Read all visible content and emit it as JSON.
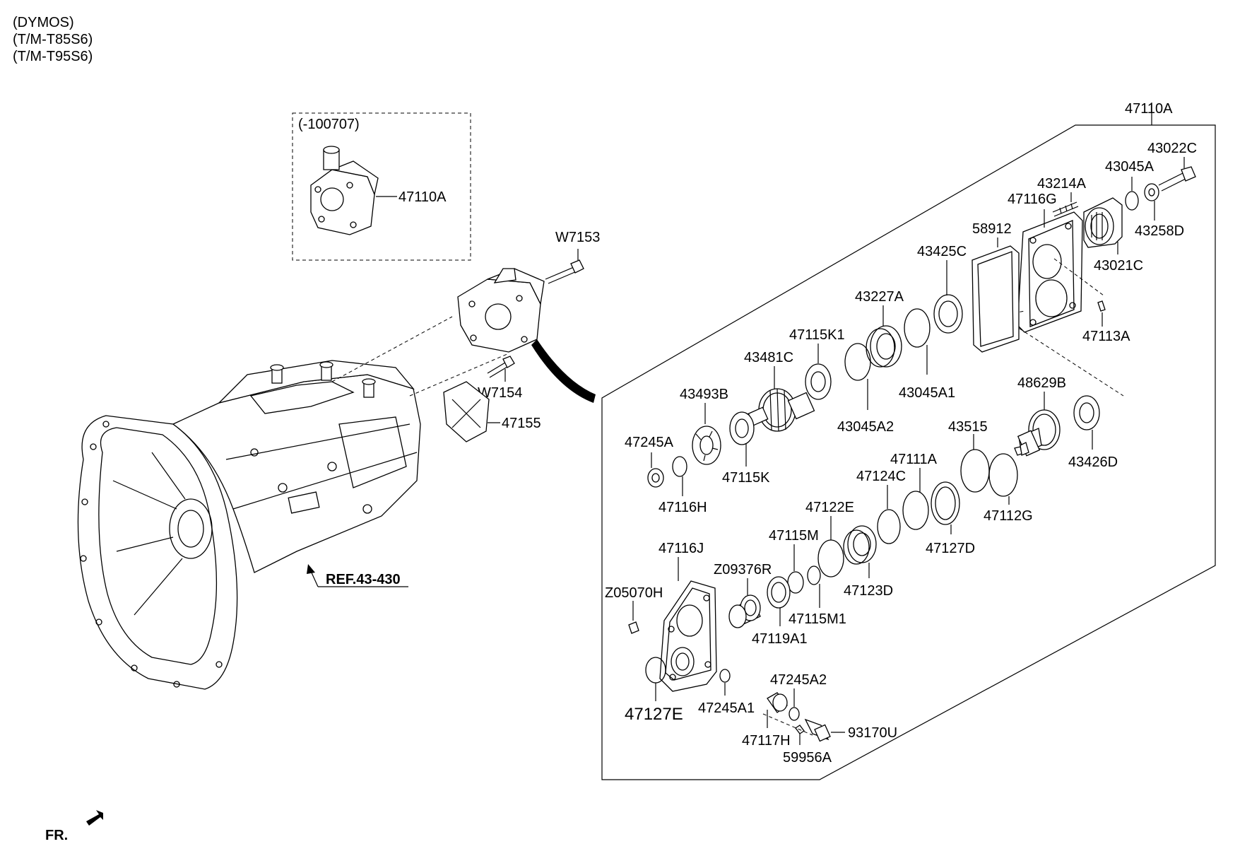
{
  "header": {
    "lines": [
      "(DYMOS)",
      "(T/M-T85S6)",
      "(T/M-T95S6)"
    ]
  },
  "inset": {
    "range": "(-100707)",
    "part": "47110A"
  },
  "main_group": "47110A",
  "reference": "REF.43-430",
  "front_marker": "FR.",
  "parts": {
    "p_W7153": "W7153",
    "p_W7154": "W7154",
    "p_47155": "47155",
    "p_43022C": "43022C",
    "p_43045A": "43045A",
    "p_43214A": "43214A",
    "p_47116G": "47116G",
    "p_43258D": "43258D",
    "p_58912": "58912",
    "p_43021C": "43021C",
    "p_43425C": "43425C",
    "p_47113A": "47113A",
    "p_43227A": "43227A",
    "p_47115K1": "47115K1",
    "p_43045A1": "43045A1",
    "p_43481C": "43481C",
    "p_48629B": "48629B",
    "p_43493B": "43493B",
    "p_43045A2": "43045A2",
    "p_43515": "43515",
    "p_47245A": "47245A",
    "p_47115K": "47115K",
    "p_43426D": "43426D",
    "p_47111A": "47111A",
    "p_47124C": "47124C",
    "p_47116H": "47116H",
    "p_47112G": "47112G",
    "p_47122E": "47122E",
    "p_47115M": "47115M",
    "p_47127D": "47127D",
    "p_47116J": "47116J",
    "p_Z09376R": "Z09376R",
    "p_47123D": "47123D",
    "p_Z05070H": "Z05070H",
    "p_47115M1": "47115M1",
    "p_47119A1": "47119A1",
    "p_47245A2": "47245A2",
    "p_47127E": "47127E",
    "p_47245A1": "47245A1",
    "p_93170U": "93170U",
    "p_47117H": "47117H",
    "p_59956A": "59956A"
  }
}
